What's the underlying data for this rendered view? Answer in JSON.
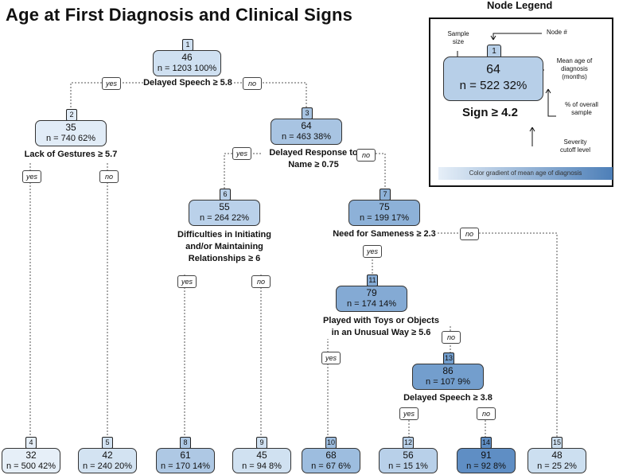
{
  "title": "Age at First Diagnosis and Clinical Signs",
  "branch_labels": {
    "yes": "yes",
    "no": "no"
  },
  "nodes": [
    {
      "id": "1",
      "mean": "46",
      "stats": "n = 1203   100%",
      "color": "#cfe0f1"
    },
    {
      "id": "2",
      "mean": "35",
      "stats": "n = 740   62%",
      "color": "#e1ecf7"
    },
    {
      "id": "3",
      "mean": "64",
      "stats": "n = 463   38%",
      "color": "#a8c4e2"
    },
    {
      "id": "6",
      "mean": "55",
      "stats": "n = 264   22%",
      "color": "#bad1ea"
    },
    {
      "id": "7",
      "mean": "75",
      "stats": "n = 199   17%",
      "color": "#8db1d8"
    },
    {
      "id": "11",
      "mean": "79",
      "stats": "n = 174   14%",
      "color": "#84aad4"
    },
    {
      "id": "13",
      "mean": "86",
      "stats": "n = 107   9%",
      "color": "#739ecd"
    },
    {
      "id": "4",
      "mean": "32",
      "stats": "n = 500   42%",
      "color": "#e6eff8"
    },
    {
      "id": "5",
      "mean": "42",
      "stats": "n = 240   20%",
      "color": "#d3e3f2"
    },
    {
      "id": "8",
      "mean": "61",
      "stats": "n = 170   14%",
      "color": "#aec8e4"
    },
    {
      "id": "9",
      "mean": "45",
      "stats": "n = 94   8%",
      "color": "#d0e1f1"
    },
    {
      "id": "10",
      "mean": "68",
      "stats": "n = 67   6%",
      "color": "#9dbddf"
    },
    {
      "id": "12",
      "mean": "56",
      "stats": "n = 15   1%",
      "color": "#b8d0e9"
    },
    {
      "id": "14",
      "mean": "91",
      "stats": "n = 92   8%",
      "color": "#5f8ec4"
    },
    {
      "id": "15",
      "mean": "48",
      "stats": "n = 25   2%",
      "color": "#ccdff0"
    }
  ],
  "splits": {
    "n1": "Delayed Speech ≥ 5.8",
    "n2": "Lack of Gestures ≥ 5.7",
    "n3": [
      "Delayed Response to",
      "Name ≥ 0.75"
    ],
    "n6": [
      "Difficulties in Initiating",
      "and/or Maintaining",
      "Relationships ≥ 6"
    ],
    "n7": "Need for Sameness ≥ 2.3",
    "n11": [
      "Played with Toys or Objects",
      "in an Unusual Way ≥ 5.6"
    ],
    "n13": "Delayed Speech ≥ 3.8"
  },
  "legend": {
    "title": "Node Legend",
    "sample_node_number": "1",
    "sample_mean": "64",
    "sample_stats": "n = 522   32%",
    "sample_sign": "Sign ≥ 4.2",
    "node_number_label": "Node #",
    "sample_size_label": [
      "Sample",
      "size"
    ],
    "mean_age_label": [
      "Mean age of",
      "diagnosis",
      "(months)"
    ],
    "overall_pct_label": [
      "% of overall",
      "sample"
    ],
    "severity_label": [
      "Severity",
      "cutoff level"
    ],
    "gradient_label": "Color gradient of mean age of diagnosis",
    "gradient_colors": [
      "#e6eff8",
      "#4d7fb8"
    ]
  }
}
